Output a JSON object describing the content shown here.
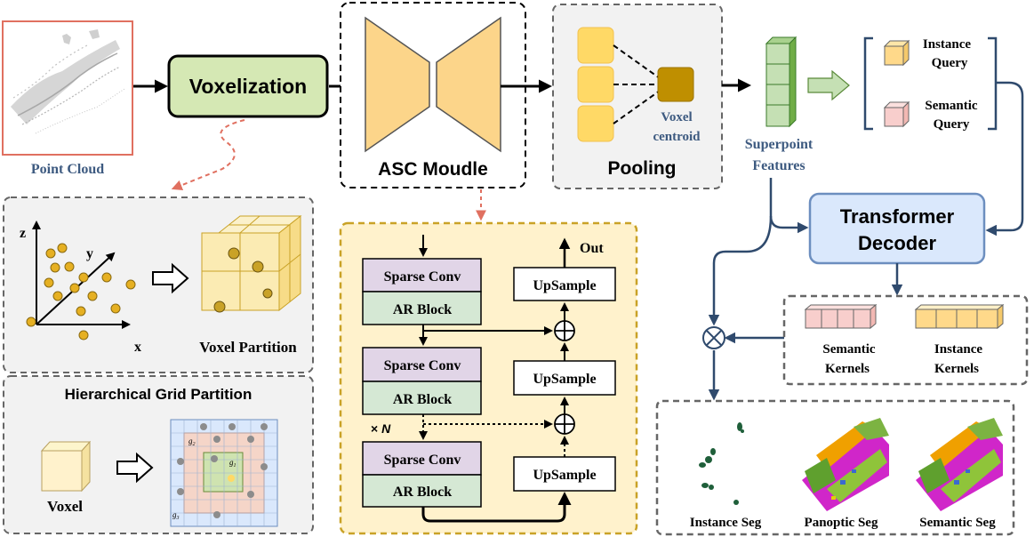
{
  "point_cloud": {
    "label": "Point Cloud"
  },
  "voxelization": {
    "label": "Voxelization"
  },
  "asc": {
    "label": "ASC Moudle"
  },
  "pooling": {
    "label": "Pooling",
    "voxel_centroid_line1": "Voxel",
    "voxel_centroid_line2": "centroid"
  },
  "superpoint": {
    "line1": "Superpoint",
    "line2": "Features"
  },
  "queries": {
    "instance_line1": "Instance",
    "instance_line2": "Query",
    "semantic_line1": "Semantic",
    "semantic_line2": "Query"
  },
  "decoder": {
    "line1": "Transformer",
    "line2": "Decoder"
  },
  "kernels": {
    "semantic_line1": "Semantic",
    "semantic_line2": "Kernels",
    "instance_line1": "Instance",
    "instance_line2": "Kernels"
  },
  "outputs": {
    "instance": "Instance Seg",
    "panoptic": "Panoptic Seg",
    "semantic": "Semantic Seg"
  },
  "voxel_partition": {
    "z": "z",
    "y": "y",
    "x": "x",
    "label": "Voxel Partition"
  },
  "hierarchical": {
    "title": "Hierarchical Grid Partition",
    "voxel_label": "Voxel",
    "g1": "g",
    "g2": "g",
    "g3": "g",
    "s1": "1",
    "s2": "2",
    "s3": "3"
  },
  "asc_detail": {
    "out": "Out",
    "sparse_conv": "Sparse Conv",
    "ar_block": "AR Block",
    "upsample": "UpSample",
    "repeat_prefix": "× ",
    "repeat_var": "N"
  },
  "colors": {
    "voxel_green": "#d5e8b4",
    "encoder_orange": "#fcd58a",
    "decoder_blue": "#dae8fc",
    "purple_block": "#e1d5e7",
    "green_block": "#d5e8d4",
    "sem_pink": "#f8cecc",
    "inst_yellow": "#ffe6a8",
    "navy": "#2f4a6d",
    "red": "#e07060"
  }
}
